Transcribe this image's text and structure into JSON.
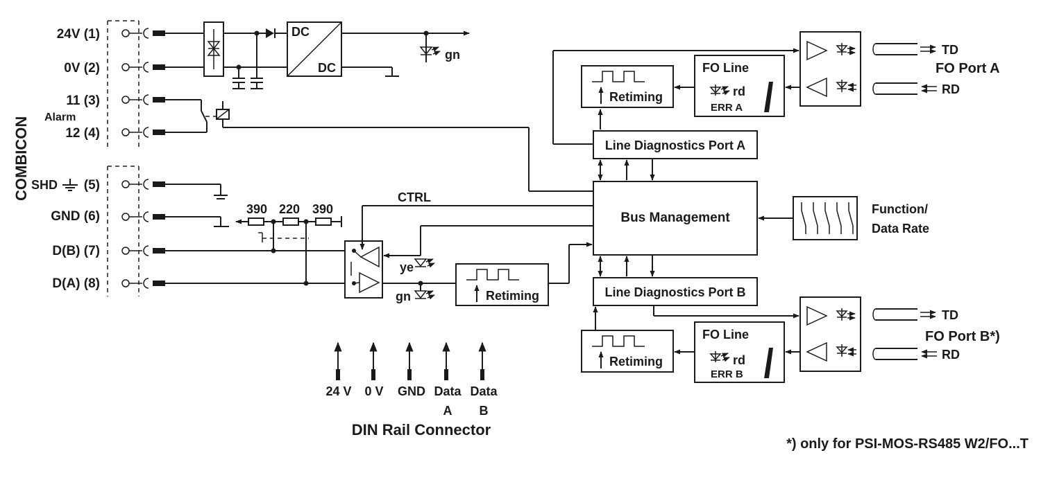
{
  "terminals": {
    "side_label": "COMBICON",
    "t1": "24V (1)",
    "t2": "0V (2)",
    "t3": "11 (3)",
    "alarm": "Alarm",
    "t4": "12 (4)",
    "t5": "SHD",
    "t5_num": "(5)",
    "t6": "GND (6)",
    "t7": "D(B) (7)",
    "t8": "D(A) (8)"
  },
  "power": {
    "dc_in": "DC",
    "dc_out": "DC",
    "led_gn": "gn"
  },
  "resistors": {
    "r1": "390",
    "r2": "220",
    "r3": "390"
  },
  "ctrl_label": "CTRL",
  "rs485_leds": {
    "ye": "ye",
    "gn": "gn"
  },
  "retiming": {
    "center": "Retiming",
    "port_a": "Retiming",
    "port_b": "Retiming"
  },
  "fo_line_a": {
    "title": "FO Line",
    "led": "rd",
    "err": "ERR A"
  },
  "fo_line_b": {
    "title": "FO Line",
    "led": "rd",
    "err": "ERR B"
  },
  "line_diag_a": "Line Diagnostics Port A",
  "line_diag_b": "Line Diagnostics Port B",
  "bus_management": "Bus Management",
  "function": {
    "line1": "Function/",
    "line2": "Data Rate"
  },
  "fo_port_a": {
    "td": "TD",
    "rd": "RD",
    "title": "FO Port A"
  },
  "fo_port_b": {
    "td": "TD",
    "rd": "RD",
    "title": "FO Port B*)"
  },
  "din_rail": {
    "pins": [
      "24 V",
      "0 V",
      "GND",
      "Data",
      "Data"
    ],
    "pin_sub": [
      "",
      "",
      "",
      "A",
      "B"
    ],
    "title": "DIN Rail Connector"
  },
  "footnote": "*) only for PSI-MOS-RS485 W2/FO...T"
}
